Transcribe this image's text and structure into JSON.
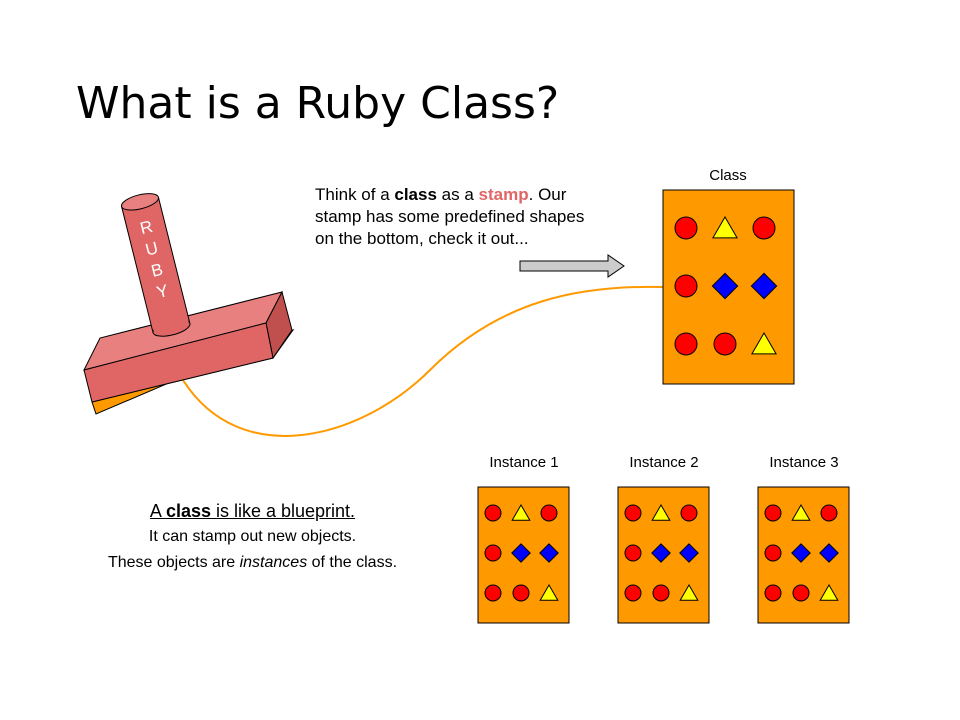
{
  "title": "What is a Ruby Class?",
  "description": {
    "part1": "Think of a ",
    "word_class": "class",
    "part2": " as a ",
    "word_stamp": "stamp",
    "part3": ".",
    "line2": "Our stamp has some predefined shapes on the bottom, check it out..."
  },
  "stamp_handle_letters": [
    "R",
    "U",
    "B",
    "Y"
  ],
  "class_box": {
    "label": "Class",
    "grid": [
      [
        "circle",
        "triangle",
        "circle"
      ],
      [
        "circle",
        "diamond",
        "diamond"
      ],
      [
        "circle",
        "circle",
        "triangle"
      ]
    ]
  },
  "instances": [
    {
      "label": "Instance 1"
    },
    {
      "label": "Instance 2"
    },
    {
      "label": "Instance 3"
    }
  ],
  "caption": {
    "line1_prefix": "A ",
    "line1_bold": "class",
    "line1_suffix": " is like a blueprint.",
    "line2": "It can stamp out new objects.",
    "line3_prefix": "These objects are ",
    "line3_italic": "instances",
    "line3_suffix": " of the class."
  },
  "colors": {
    "box_fill": "#ff9900",
    "circle": "#ff0000",
    "triangle": "#ffff00",
    "diamond": "#0000ff",
    "stamp_body": "#e06666",
    "curve": "#ff9900",
    "arrow": "#cccccc"
  }
}
